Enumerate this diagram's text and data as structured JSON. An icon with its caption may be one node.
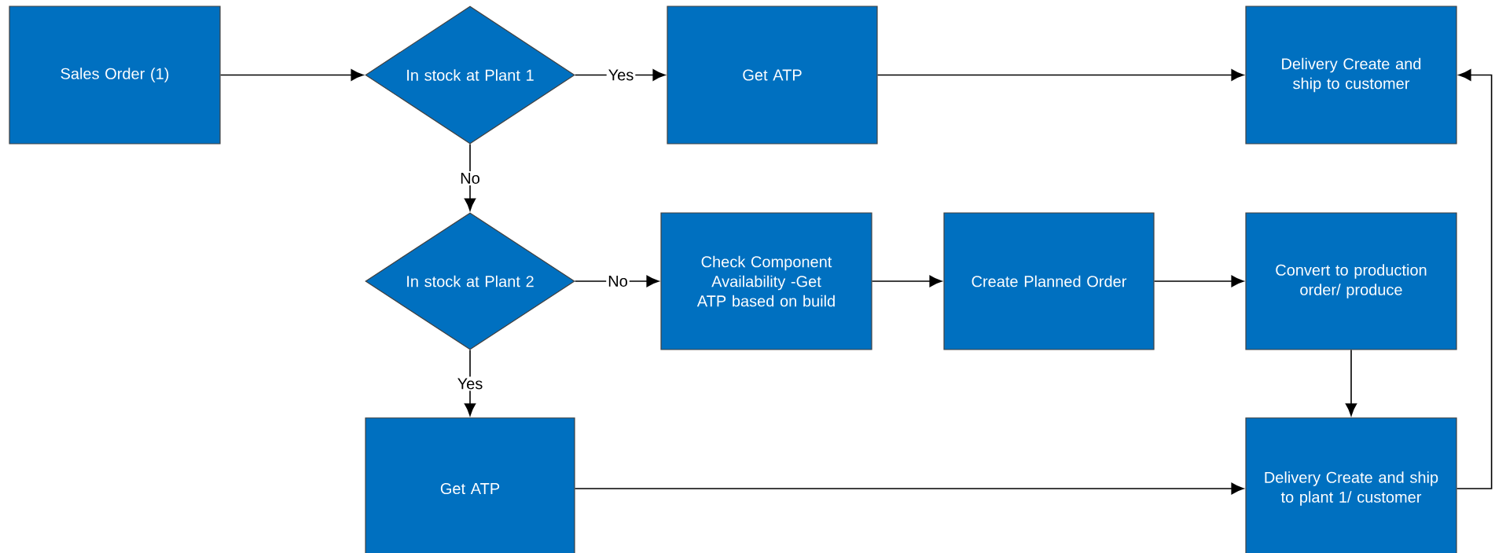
{
  "diagram": {
    "nodes": [
      {
        "text": [
          "Sales Order (1)"
        ]
      },
      {
        "text": [
          "In stock at Plant 1"
        ]
      },
      {
        "text": [
          "Get ATP"
        ]
      },
      {
        "text": [
          "Delivery Create and ship to customer"
        ]
      },
      {
        "text": [
          "In stock at Plant 2"
        ]
      },
      {
        "text": [
          "Check Component Availability -Get ATP based on build"
        ]
      },
      {
        "text": [
          "Create Planned Order"
        ]
      },
      {
        "text": [
          "Convert to production order/ produce"
        ]
      },
      {
        "text": [
          "Get ATP"
        ]
      },
      {
        "text": [
          "Delivery Create and ship to plant 1/ customer"
        ]
      }
    ],
    "edges": [
      {
        "from": 0,
        "to": 1,
        "arrow": "to"
      },
      {
        "from": 1,
        "to": 2,
        "arrow": "to",
        "label": "Yes"
      },
      {
        "from": 2,
        "to": 3,
        "arrow": "to"
      },
      {
        "from": 1,
        "to": 4,
        "arrow": "to",
        "label": "No"
      },
      {
        "from": 4,
        "to": 5,
        "arrow": "to",
        "label": "No"
      },
      {
        "from": 5,
        "to": 6,
        "arrow": "to"
      },
      {
        "from": 6,
        "to": 7,
        "arrow": "to"
      },
      {
        "from": 7,
        "to": 9,
        "arrow": "to"
      },
      {
        "from": 4,
        "to": 8,
        "arrow": "to",
        "label": "Yes"
      },
      {
        "from": 8,
        "to": 9,
        "arrow": "to"
      },
      {
        "from": 9,
        "to": 3,
        "arrow": "to"
      }
    ]
  }
}
